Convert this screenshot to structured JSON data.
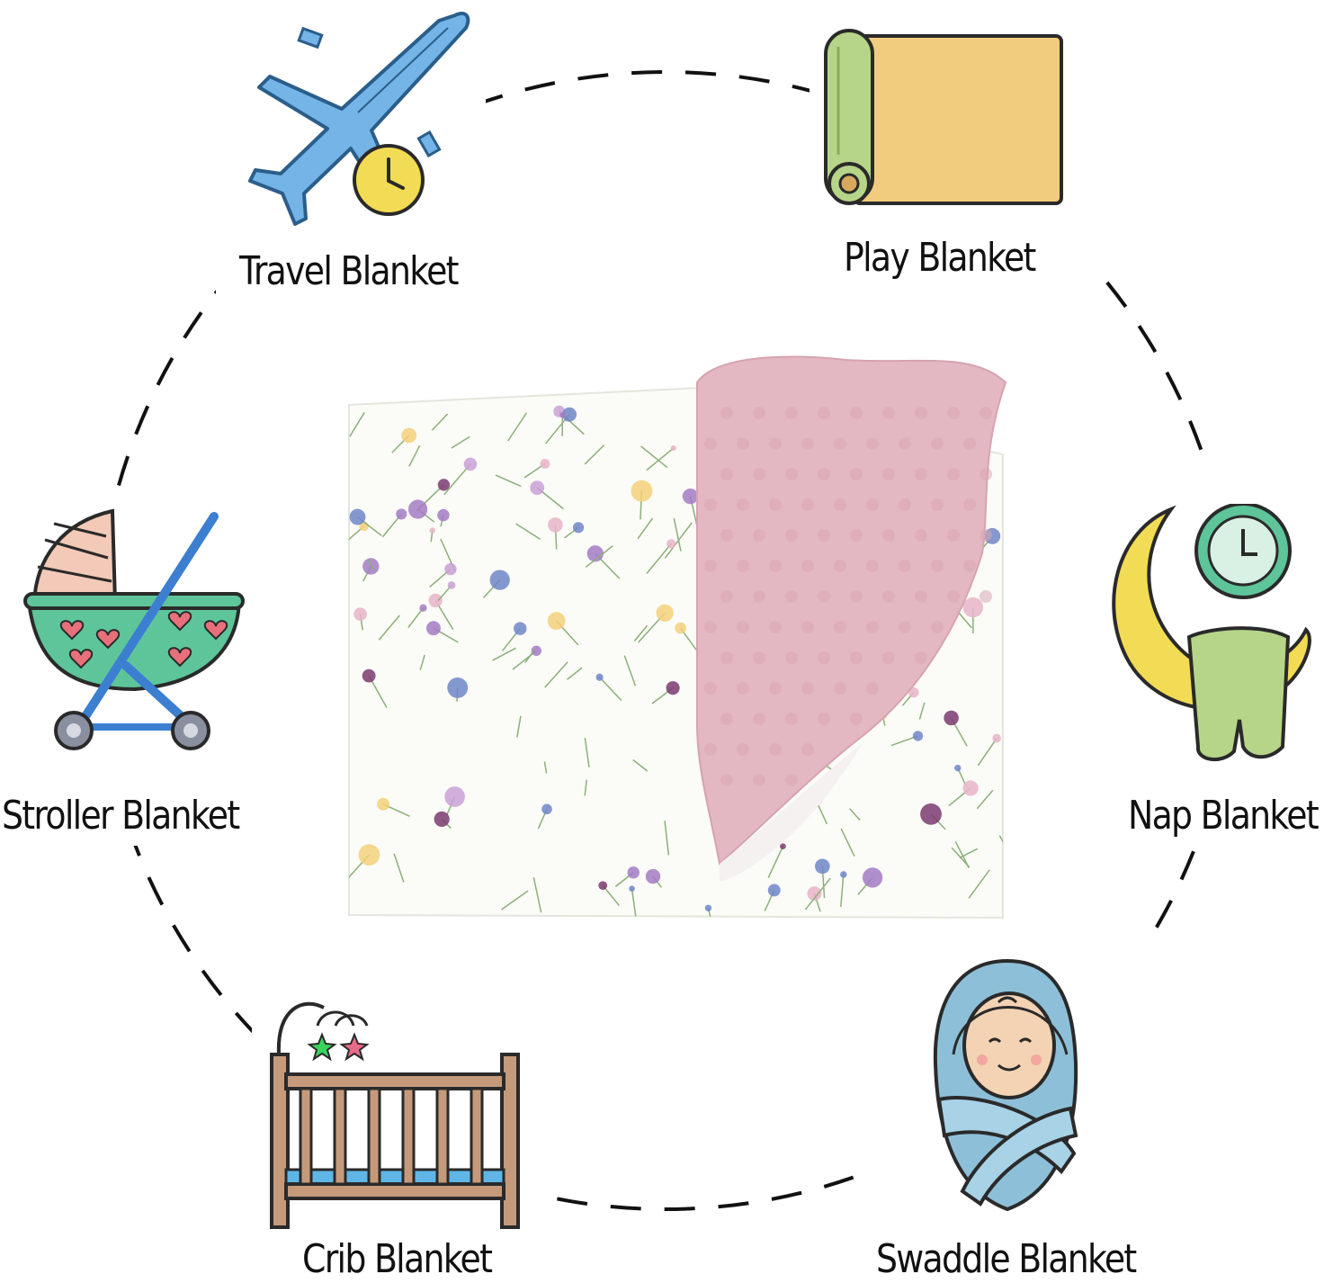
{
  "labels": {
    "travel": "Travel Blanket",
    "play": "Play Blanket",
    "stroller": "Stroller Blanket",
    "nap": "Nap Blanket",
    "crib": "Crib Blanket",
    "swaddle": "Swaddle Blanket"
  },
  "icons": {
    "travel": "airplane-clock-icon",
    "play": "rolled-mat-icon",
    "stroller": "baby-stroller-icon",
    "nap": "moon-clock-blanket-icon",
    "crib": "baby-crib-mobile-icon",
    "swaddle": "swaddled-baby-icon"
  },
  "colors": {
    "blanket_pink": "#e4b8c3",
    "blanket_print_bg": "#fbfbf7",
    "plane_blue": "#72b3e6",
    "clock_yellow": "#f3dc55",
    "mat_tan": "#f2cc7e",
    "mat_green": "#b6d588",
    "stroller_green": "#5ec59b",
    "crib_brown": "#c59a7b",
    "swaddle_blue": "#8dc0d8"
  }
}
